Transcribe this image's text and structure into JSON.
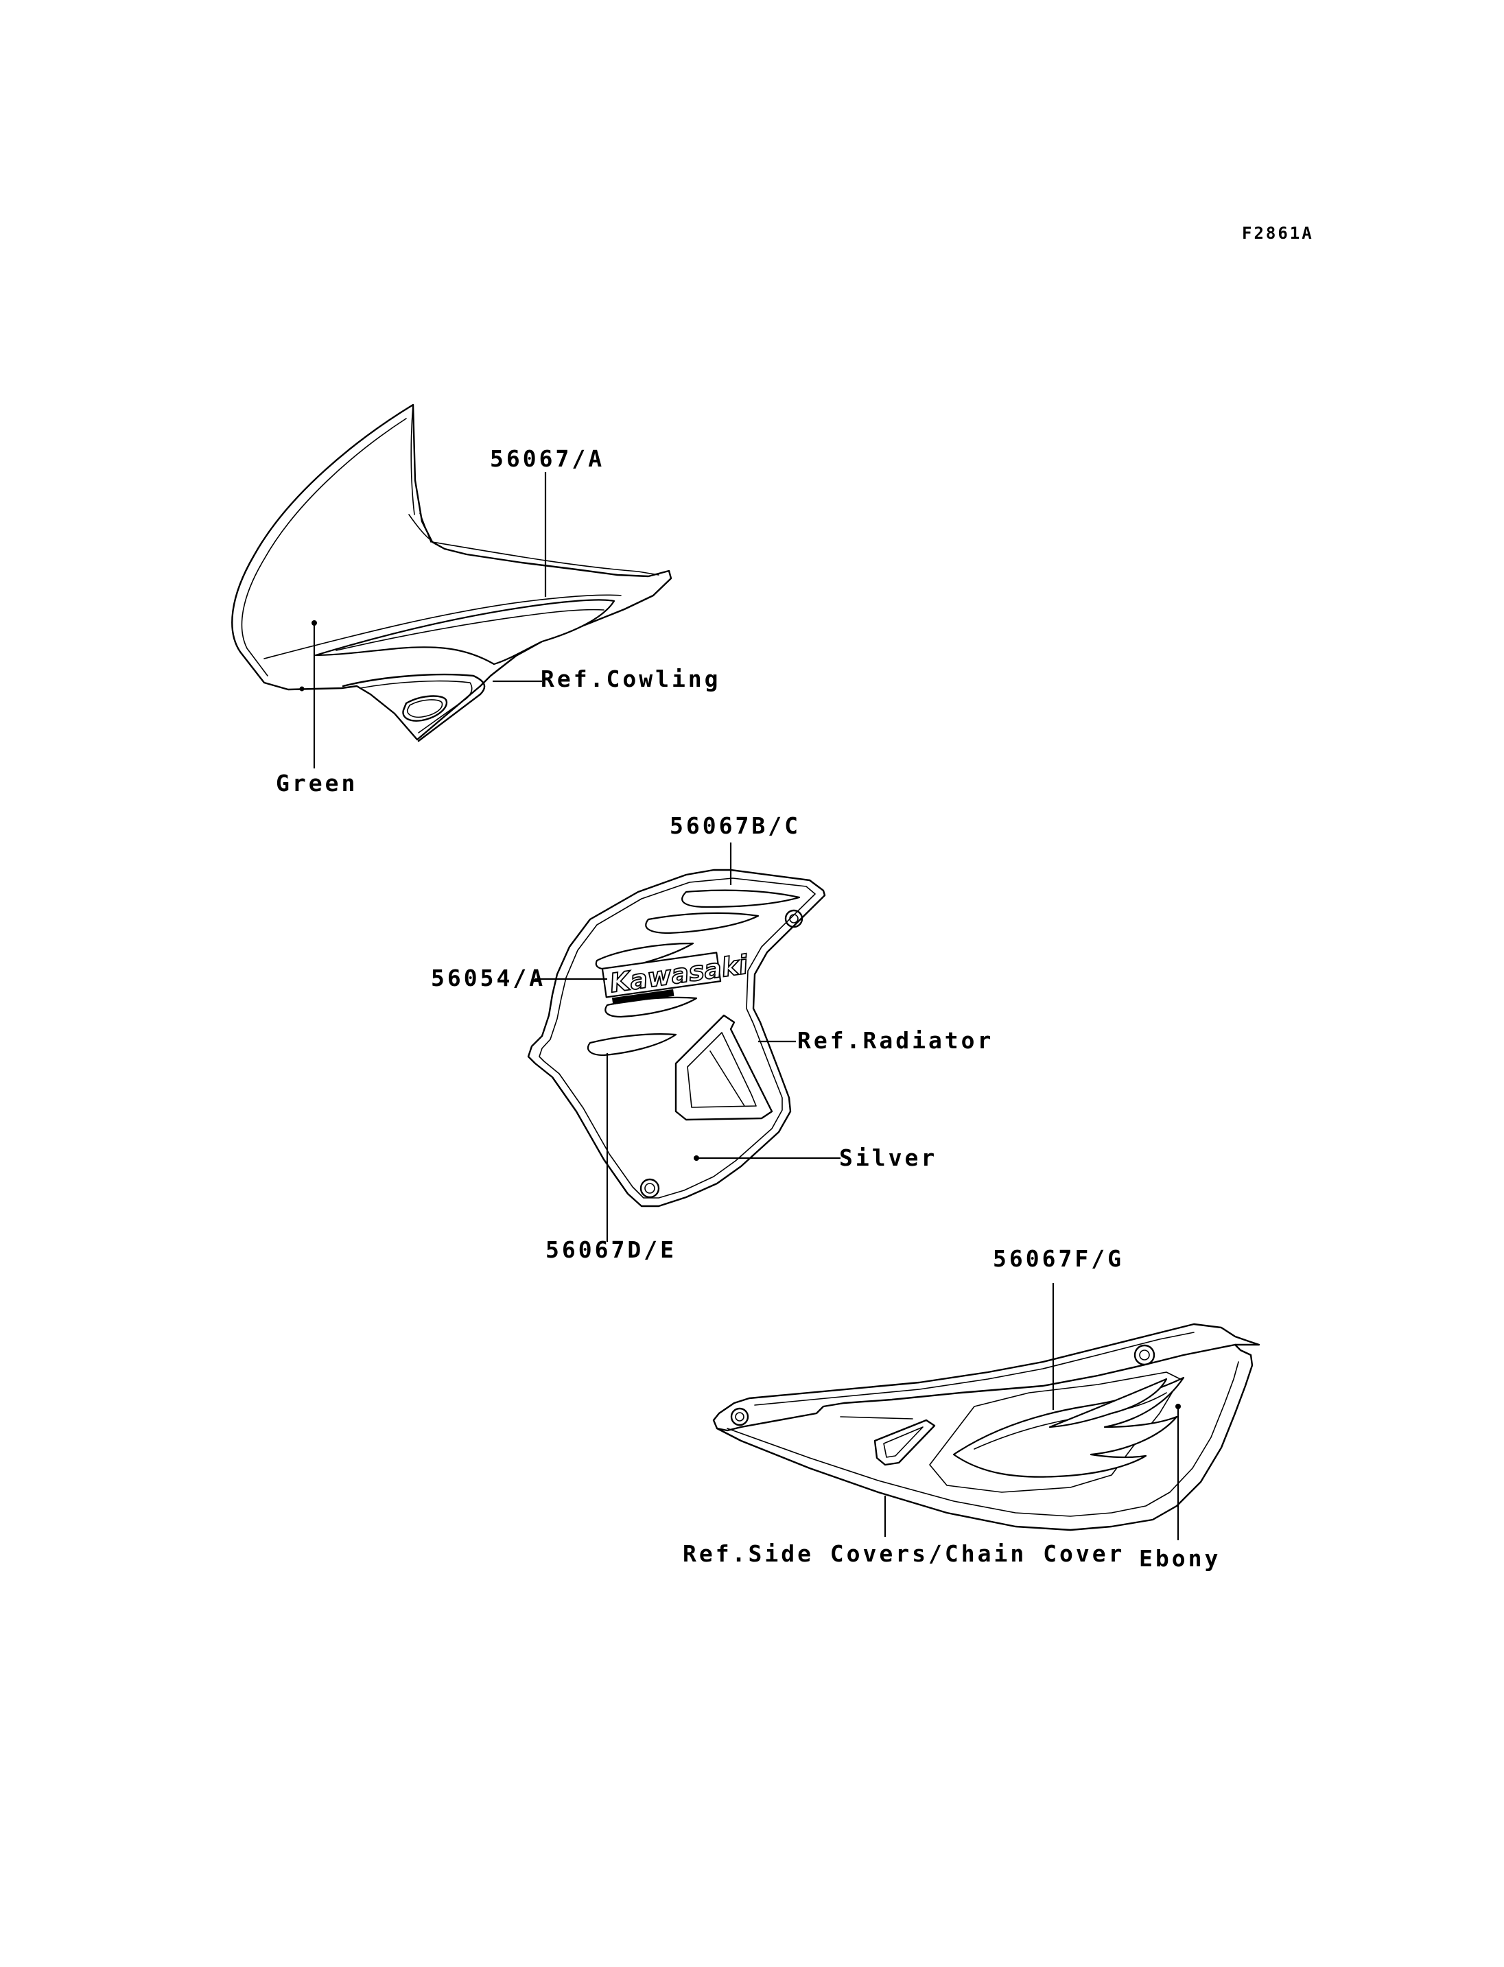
{
  "figure_id": "F2861A",
  "parts": {
    "cowling_decal": "56067/A",
    "radiator_upper_decal": "56067B/C",
    "kawasaki_emblem": "56054/A",
    "radiator_lower_decal": "56067D/E",
    "side_cover_decal": "56067F/G"
  },
  "references": {
    "cowling": "Ref.Cowling",
    "radiator": "Ref.Radiator",
    "side_covers": "Ref.Side Covers/Chain Cover"
  },
  "colors": {
    "cowling": "Green",
    "radiator": "Silver",
    "side_cover": "Ebony"
  },
  "emblem_text": "Kawasaki"
}
